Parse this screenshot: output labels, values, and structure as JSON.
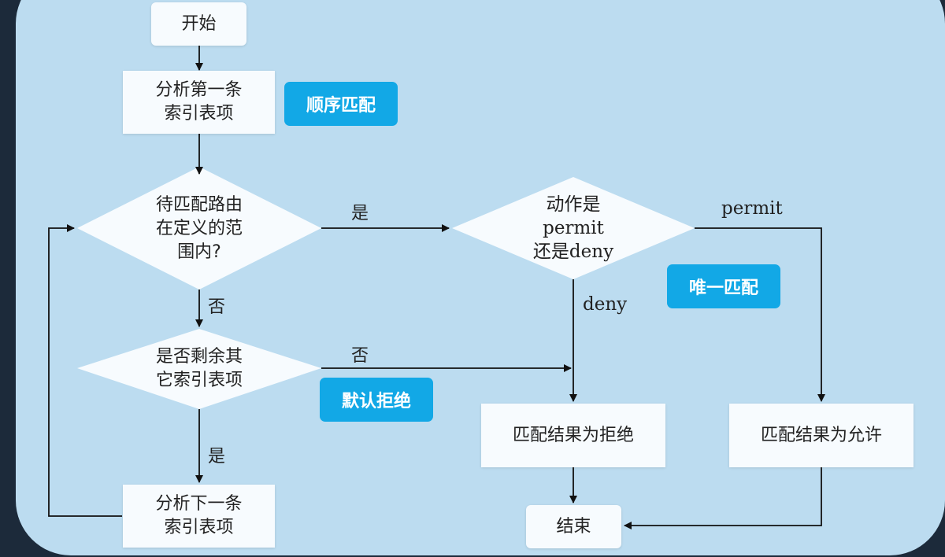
{
  "nodes": {
    "start": "开始",
    "analyze_first": "分析第一条\n索引表项",
    "in_range": "待匹配路由\n在定义的范\n围内?",
    "remaining": "是否剩余其\n它索引表项",
    "analyze_next": "分析下一条\n索引表项",
    "action": "动作是\npermit\n还是deny",
    "result_deny": "匹配结果为拒绝",
    "result_permit": "匹配结果为允许",
    "end": "结束"
  },
  "labels": {
    "yes_to_action": "是",
    "no_from_range": "否",
    "no_from_remaining": "否",
    "yes_to_next": "是",
    "permit": "permit",
    "deny": "deny"
  },
  "tags": {
    "sequential": "顺序匹配",
    "unique": "唯一匹配",
    "default_deny": "默认拒绝"
  },
  "colors": {
    "panel": "#bcdcf0",
    "tag": "#12a8e6",
    "box": "#f7fbfe",
    "background": "#1c2a3a"
  }
}
